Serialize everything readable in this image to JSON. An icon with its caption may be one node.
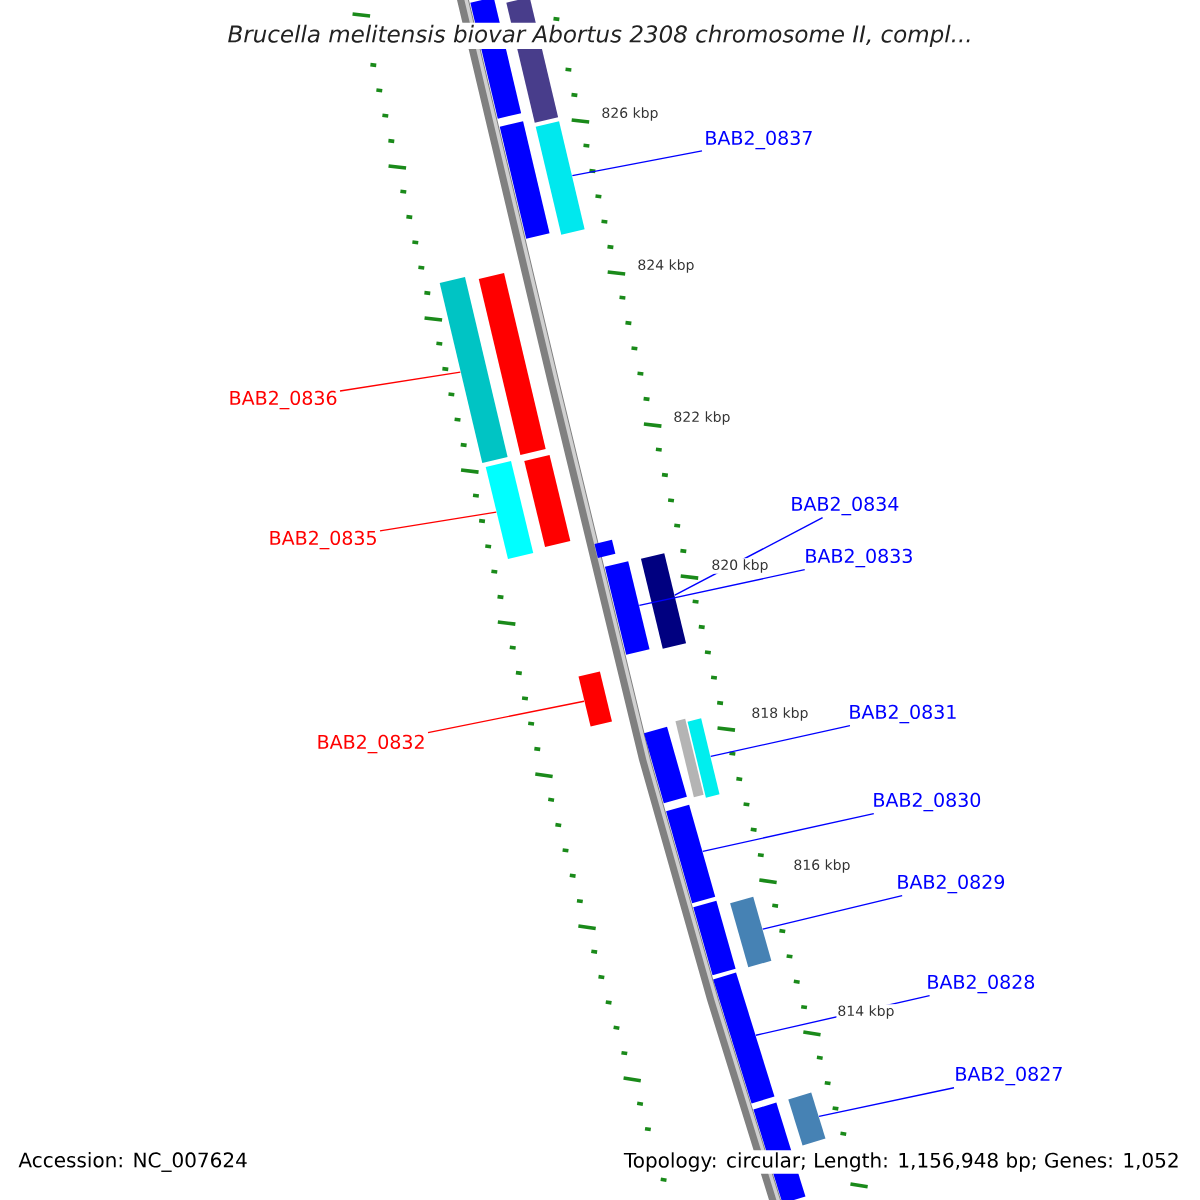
{
  "diagram": {
    "title": "Brucella melitensis biovar Abortus 2308 chromosome II, compl...",
    "nodes": [
      {
        "text": [
          "BAB2_0837"
        ]
      },
      {
        "text": [],
        "shape": "bar"
      },
      {
        "text": [
          "BAB2_0836"
        ]
      },
      {
        "text": [],
        "shape": "bar"
      },
      {
        "text": [
          "BAB2_0835"
        ]
      },
      {
        "text": [],
        "shape": "bar"
      },
      {
        "text": [
          "BAB2_0834"
        ]
      },
      {
        "text": [],
        "shape": "bar"
      },
      {
        "text": [
          "BAB2_0833"
        ]
      },
      {
        "text": [],
        "shape": "bar"
      },
      {
        "text": [
          "BAB2_0832"
        ]
      },
      {
        "text": [],
        "shape": "bar"
      },
      {
        "text": [
          "BAB2_0831"
        ]
      },
      {
        "text": [],
        "shape": "bar"
      },
      {
        "text": [
          "BAB2_0830"
        ]
      },
      {
        "text": [],
        "shape": "bar"
      },
      {
        "text": [
          "BAB2_0829"
        ]
      },
      {
        "text": [],
        "shape": "bar"
      },
      {
        "text": [
          "BAB2_0828"
        ]
      },
      {
        "text": [],
        "shape": "bar"
      },
      {
        "text": [
          "BAB2_0827"
        ]
      },
      {
        "text": [],
        "shape": "bar"
      },
      {
        "text": [],
        "shape": "bar"
      },
      {
        "text": [],
        "shape": "bar"
      },
      {
        "text": [],
        "shape": "bar"
      },
      {
        "text": [],
        "shape": "bar"
      },
      {
        "text": [],
        "shape": "bar"
      },
      {
        "text": [],
        "shape": "bar"
      },
      {
        "text": [],
        "shape": "bar"
      },
      {
        "text": [],
        "shape": "bar"
      },
      {
        "text": [],
        "shape": "bar"
      },
      {
        "text": [],
        "shape": "bar"
      }
    ],
    "edges": [
      {
        "from": 0,
        "to": 1,
        "arrow": "none"
      },
      {
        "from": 2,
        "to": 3,
        "arrow": "none",
        "color": "#ff0000"
      },
      {
        "from": 4,
        "to": 5,
        "arrow": "none",
        "color": "#ff0000"
      },
      {
        "from": 6,
        "to": 7,
        "arrow": "none"
      },
      {
        "from": 8,
        "to": 9,
        "arrow": "none"
      },
      {
        "from": 10,
        "to": 11,
        "arrow": "none",
        "color": "#ff0000"
      },
      {
        "from": 12,
        "to": 13,
        "arrow": "none"
      },
      {
        "from": 14,
        "to": 15,
        "arrow": "none"
      },
      {
        "from": 16,
        "to": 17,
        "arrow": "none"
      },
      {
        "from": 18,
        "to": 19,
        "arrow": "none"
      },
      {
        "from": 20,
        "to": 21,
        "arrow": "none"
      }
    ],
    "labels": [
      "826 kbp",
      "824 kbp",
      "822 kbp",
      "820 kbp",
      "818 kbp",
      "816 kbp",
      "814 kbp",
      "Accession: NC_007624",
      "Topology: circular; Length: 1,156,948 bp; Genes: 1,052"
    ]
  }
}
